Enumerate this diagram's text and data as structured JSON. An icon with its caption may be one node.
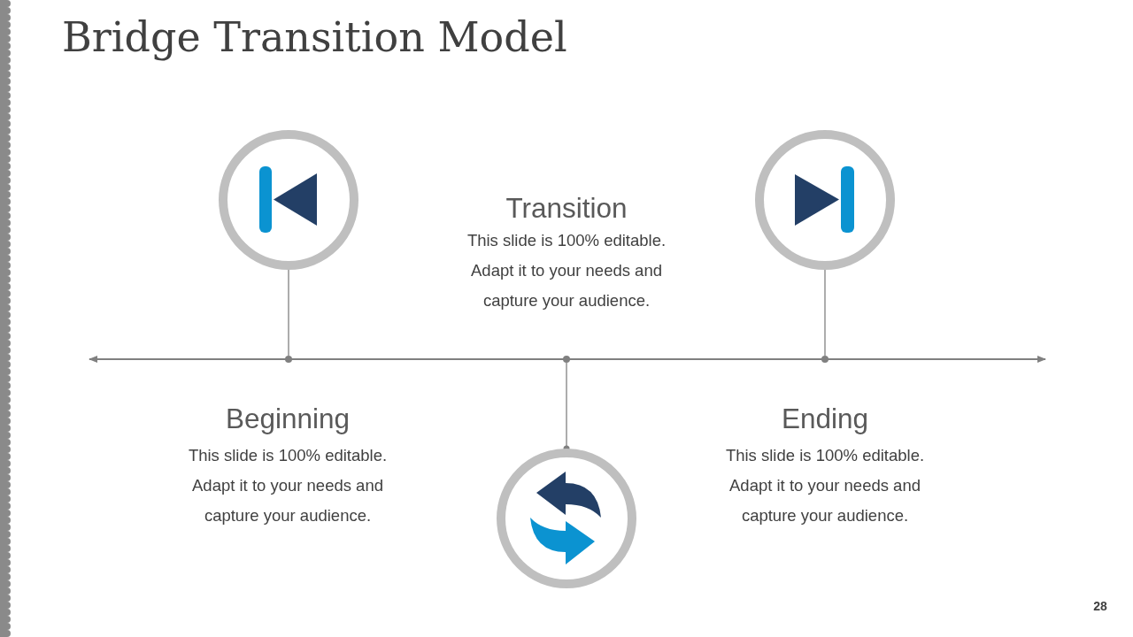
{
  "diagram": {
    "title": "Bridge Transition Model",
    "nodes": [
      {
        "text": [],
        "shape": "circle"
      },
      {
        "text": [],
        "shape": "circle"
      },
      {
        "text": [],
        "shape": "circle",
        "beside": [
          "Beginning",
          "This slide is 100% editable. Adapt it to your needs and capture your audience."
        ]
      },
      {
        "text": [],
        "shape": "circle",
        "beside": [
          "Transition",
          "This slide is 100% editable. Adapt it to your needs and capture your audience."
        ]
      },
      {
        "text": [],
        "shape": "circle",
        "beside": [
          "Ending",
          "This slide is 100% editable. Adapt it to your needs and capture your audience."
        ]
      },
      {
        "text": [],
        "shape": "circle"
      }
    ],
    "edges": [
      {
        "from": 0,
        "to": 2,
        "arrow": "none"
      },
      {
        "from": 1,
        "to": 4,
        "arrow": "none"
      },
      {
        "from": 3,
        "to": 5,
        "arrow": "other"
      }
    ],
    "labels": [
      "28"
    ]
  }
}
